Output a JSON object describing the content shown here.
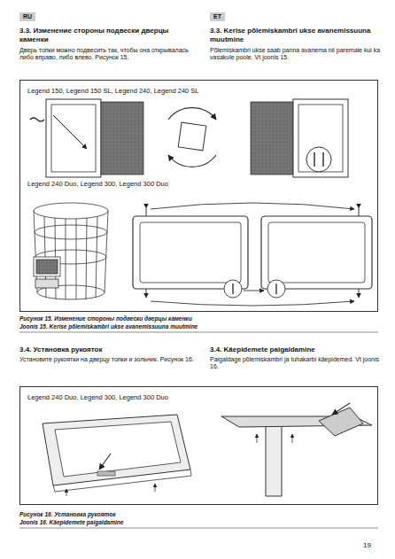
{
  "diagram": {
    "nodes": [
      {
        "text": [
          "Legend 150, Legend 150 SL, Legend 240, Legend 240 SL",
          "Legend 240 Duo, Legend 300, Legend 300 Duo"
        ]
      },
      {
        "text": [
          "Legend 240 Duo, Legend 300, Legend 300 Duo"
        ]
      }
    ],
    "labels": [
      "RU",
      "ET",
      "3.3. Изменение стороны подвески дверцы каменки",
      "Дверь топки можно подвесить так, чтобы она открывалась либо вправо, либо влево. Рисунок 15.",
      "3.3. Kerise põlemiskambri ukse avanemissuuna muutmine",
      "Põlemiskambri ukse saab panna avanema nii paremale kui ka vasakule poole. Vt joonis 15.",
      "Рисунок 15. Изменение стороны подвески дверцы каменки",
      "Joonis 15. Kerise põlemiskambri ukse avanemissuuna muutmine",
      "3.4. Установка рукояток",
      "Установите рукоятки на дверцу топки и зольник. Рисунок 16.",
      "3.4. Käepidemete paigaldamine",
      "Paigaldage põlemiskambri ja tuhakarbi käepidemed. Vt joonis 16.",
      "Рисунок 16. Установка рукояток",
      "Joonis 16. Käepidemete paigaldamine",
      "19"
    ]
  }
}
